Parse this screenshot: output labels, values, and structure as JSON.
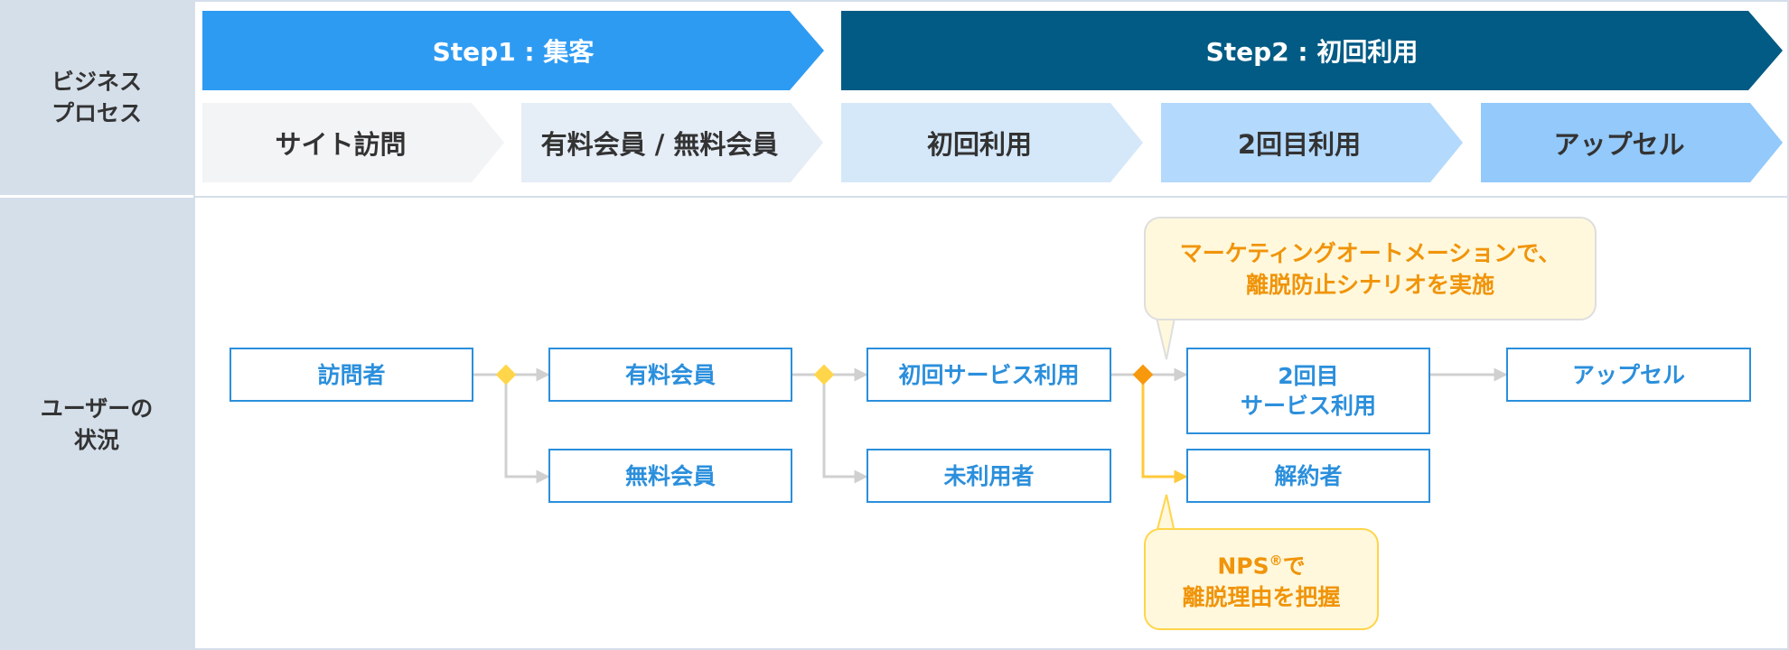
{
  "rows": {
    "business_process": "ビジネス\nプロセス",
    "user_status": "ユーザーの\n状況"
  },
  "steps": [
    {
      "label": "Step1 : 集客",
      "color": "#2e9bf3"
    },
    {
      "label": "Step2 : 初回利用",
      "color": "#015b84"
    }
  ],
  "process_stages": [
    {
      "label": "サイト訪問",
      "color": "#f3f4f6"
    },
    {
      "label": "有料会員 / 無料会員",
      "color": "#e5edf6"
    },
    {
      "label": "初回利用",
      "color": "#d5e8f9"
    },
    {
      "label": "2回目利用",
      "color": "#b3d9fd"
    },
    {
      "label": "アップセル",
      "color": "#93c9fb"
    }
  ],
  "user_nodes": {
    "visitor": "訪問者",
    "paid_member": "有料会員",
    "free_member": "無料会員",
    "first_use": "初回サービス利用",
    "non_user": "未利用者",
    "second_use": "2回目\nサービス利用",
    "churned": "解約者",
    "upsell": "アップセル"
  },
  "callouts": {
    "marketing_automation": "マーケティングオートメーションで、\n離脱防止シナリオを実施",
    "nps_prefix": "NPS",
    "nps_mark": "®",
    "nps_suffix": "で\n離脱理由を把握"
  },
  "colors": {
    "node_border": "#2b8fdc",
    "connector": "#d0d0d0",
    "diamond": "#ffd54a",
    "diamond_accent": "#f7980d",
    "churn_arrow": "#ffc93c",
    "callout_text": "#f0940a"
  }
}
